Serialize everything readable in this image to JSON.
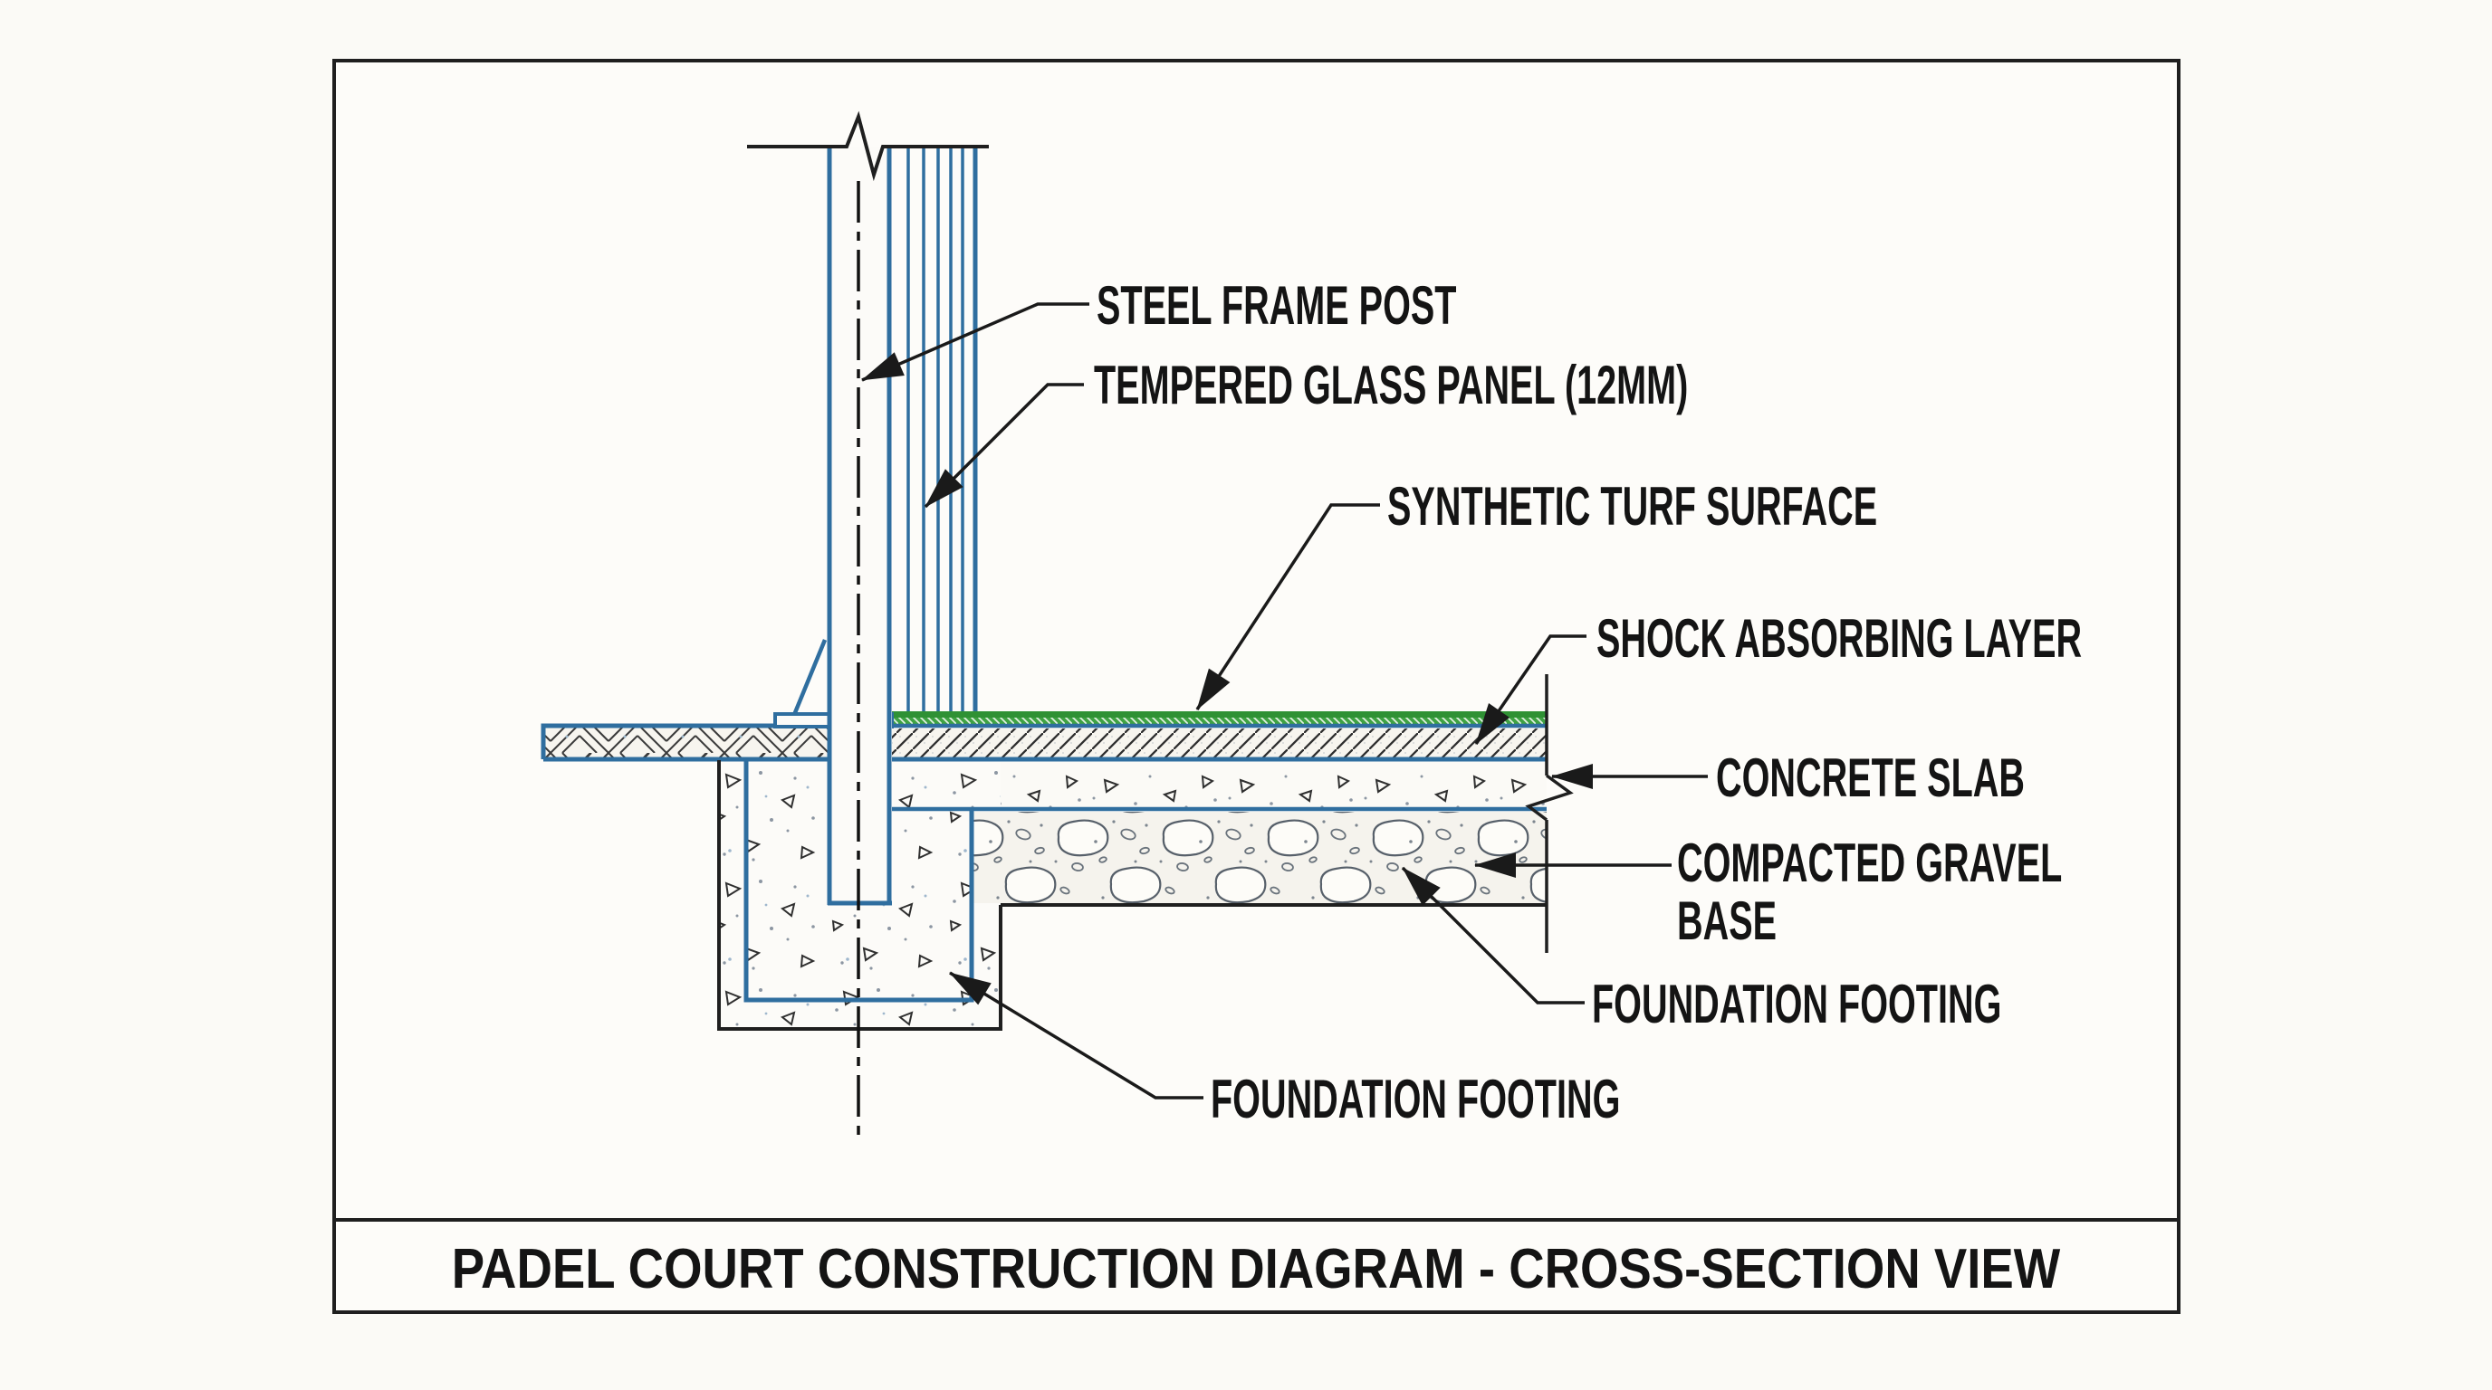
{
  "diagram": {
    "title": "PADEL COURT CONSTRUCTION DIAGRAM - CROSS-SECTION VIEW",
    "view_type": "cross-section",
    "callouts": {
      "steel_post": "STEEL FRAME POST",
      "glass_panel": "TEMPERED GLASS PANEL (12MM)",
      "turf": "SYNTHETIC TURF SURFACE",
      "shock": "SHOCK ABSORBING LAYER",
      "slab": "CONCRETE SLAB",
      "gravel_line1": "COMPACTED GRAVEL",
      "gravel_line2": "BASE",
      "footing_right": "FOUNDATION FOOTING",
      "footing_bottom": "FOUNDATION FOOTING"
    },
    "colors": {
      "structure_blue": "#2f6e9f",
      "turf_green": "#3fa243",
      "turf_green_dark": "#2f9134",
      "line_black": "#1f1f1f",
      "leader_black": "#1a1a1a",
      "text": "#141414",
      "paper": "#fbfaf6"
    }
  }
}
